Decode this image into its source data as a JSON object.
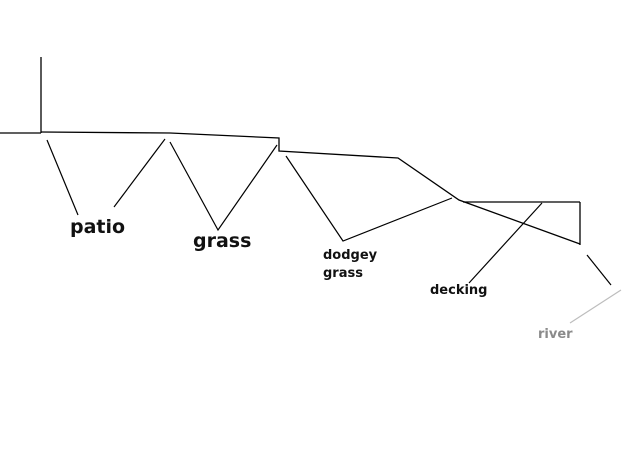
{
  "labels": {
    "patio": "patio",
    "grass": "grass",
    "dodgey_line1": "dodgey",
    "dodgey_line2": "grass",
    "decking": "decking",
    "river": "river"
  },
  "colors": {
    "line": "#000000",
    "river_line": "#bdbdbd",
    "river_text": "#8a8a8a",
    "background": "#ffffff"
  }
}
